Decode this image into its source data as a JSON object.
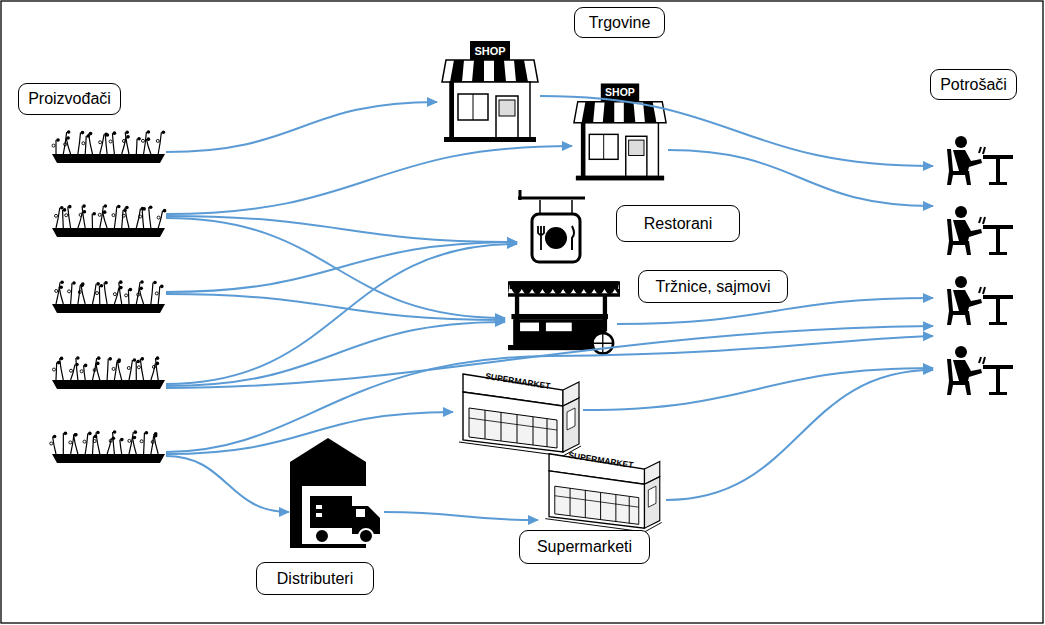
{
  "diagram": {
    "nodes": [
      {
        "text": [
          "Proizvođači"
        ]
      },
      {
        "text": [
          "Trgovine"
        ]
      },
      {
        "text": [
          "Potrošači"
        ]
      },
      {
        "text": [
          "Restorani"
        ]
      },
      {
        "text": [
          "Tržnice, sajmovi"
        ]
      },
      {
        "text": [
          "Distributeri"
        ]
      },
      {
        "text": [
          "Supermarketi"
        ]
      }
    ],
    "labels": [
      "SHOP",
      "SHOP",
      "SUPERMARKET",
      "SUPERMARKET"
    ]
  }
}
